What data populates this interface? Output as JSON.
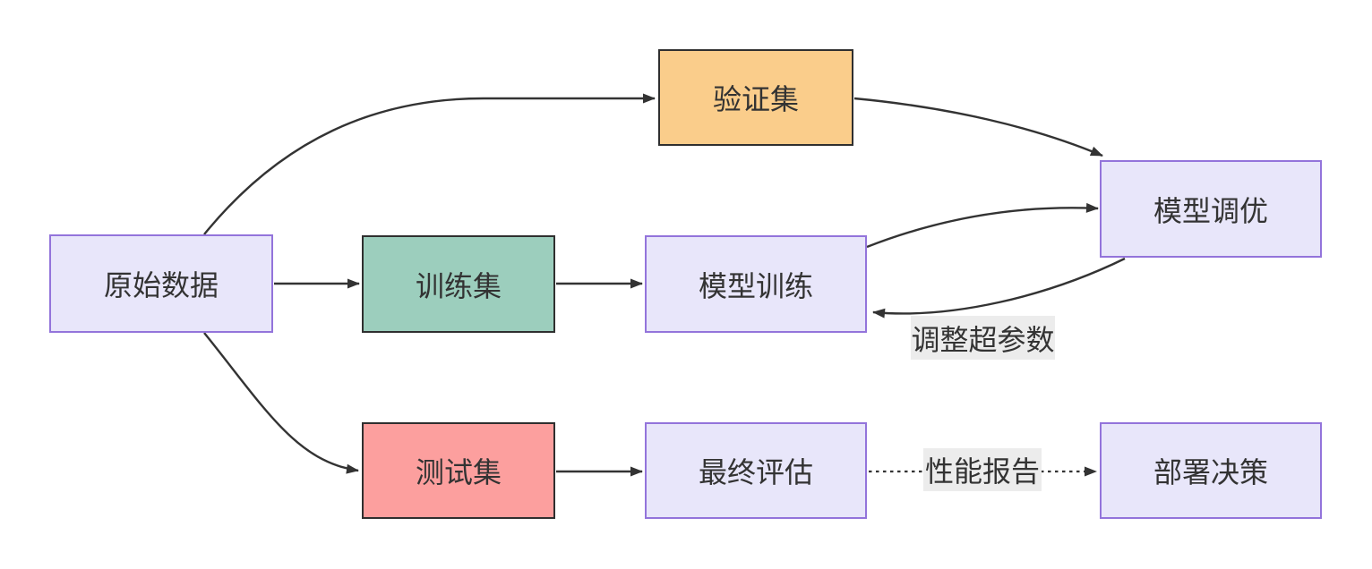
{
  "diagram": {
    "type": "flowchart",
    "background": "#ffffff",
    "nodes": [
      {
        "id": "raw-data",
        "label": "原始数据",
        "fill": "#E8E6FA",
        "border": "#9374DB"
      },
      {
        "id": "validation-set",
        "label": "验证集",
        "fill": "#FACD8B",
        "border": "#2F2F2F"
      },
      {
        "id": "training-set",
        "label": "训练集",
        "fill": "#9CCEBD",
        "border": "#2F2F2F"
      },
      {
        "id": "test-set",
        "label": "测试集",
        "fill": "#FC9F9E",
        "border": "#2F2F2F"
      },
      {
        "id": "model-training",
        "label": "模型训练",
        "fill": "#E8E6FA",
        "border": "#9374DB"
      },
      {
        "id": "model-tuning",
        "label": "模型调优",
        "fill": "#E8E6FA",
        "border": "#9374DB"
      },
      {
        "id": "final-evaluation",
        "label": "最终评估",
        "fill": "#E8E6FA",
        "border": "#9374DB"
      },
      {
        "id": "deployment-decision",
        "label": "部署决策",
        "fill": "#E8E6FA",
        "border": "#9374DB"
      }
    ],
    "edge_labels": [
      {
        "id": "adjust-hyperparameters",
        "text": "调整超参数",
        "background": "#ECECEC"
      },
      {
        "id": "performance-report",
        "text": "性能报告",
        "background": "#ECECEC"
      }
    ],
    "edges": [
      {
        "from": "原始数据",
        "to": "验证集",
        "style": "solid-curved"
      },
      {
        "from": "原始数据",
        "to": "训练集",
        "style": "solid-straight"
      },
      {
        "from": "原始数据",
        "to": "测试集",
        "style": "solid-curved"
      },
      {
        "from": "训练集",
        "to": "模型训练",
        "style": "solid-straight"
      },
      {
        "from": "测试集",
        "to": "最终评估",
        "style": "solid-straight"
      },
      {
        "from": "验证集",
        "to": "模型调优",
        "style": "solid-curved"
      },
      {
        "from": "模型训练",
        "to": "模型调优",
        "style": "solid-curved"
      },
      {
        "from": "模型调优",
        "to": "模型训练",
        "style": "solid-curved",
        "label": "调整超参数"
      },
      {
        "from": "最终评估",
        "to": "部署决策",
        "style": "dashed-straight",
        "label": "性能报告"
      }
    ],
    "colors": {
      "arrow": "#333333",
      "text": "#333333",
      "process_fill": "#E8E6FA",
      "process_border": "#9374DB",
      "validation_fill": "#FACD8B",
      "training_fill": "#9CCEBD",
      "test_fill": "#FC9F9E",
      "dataset_border": "#2F2F2F",
      "edge_label_bg": "#ECECEC"
    }
  }
}
